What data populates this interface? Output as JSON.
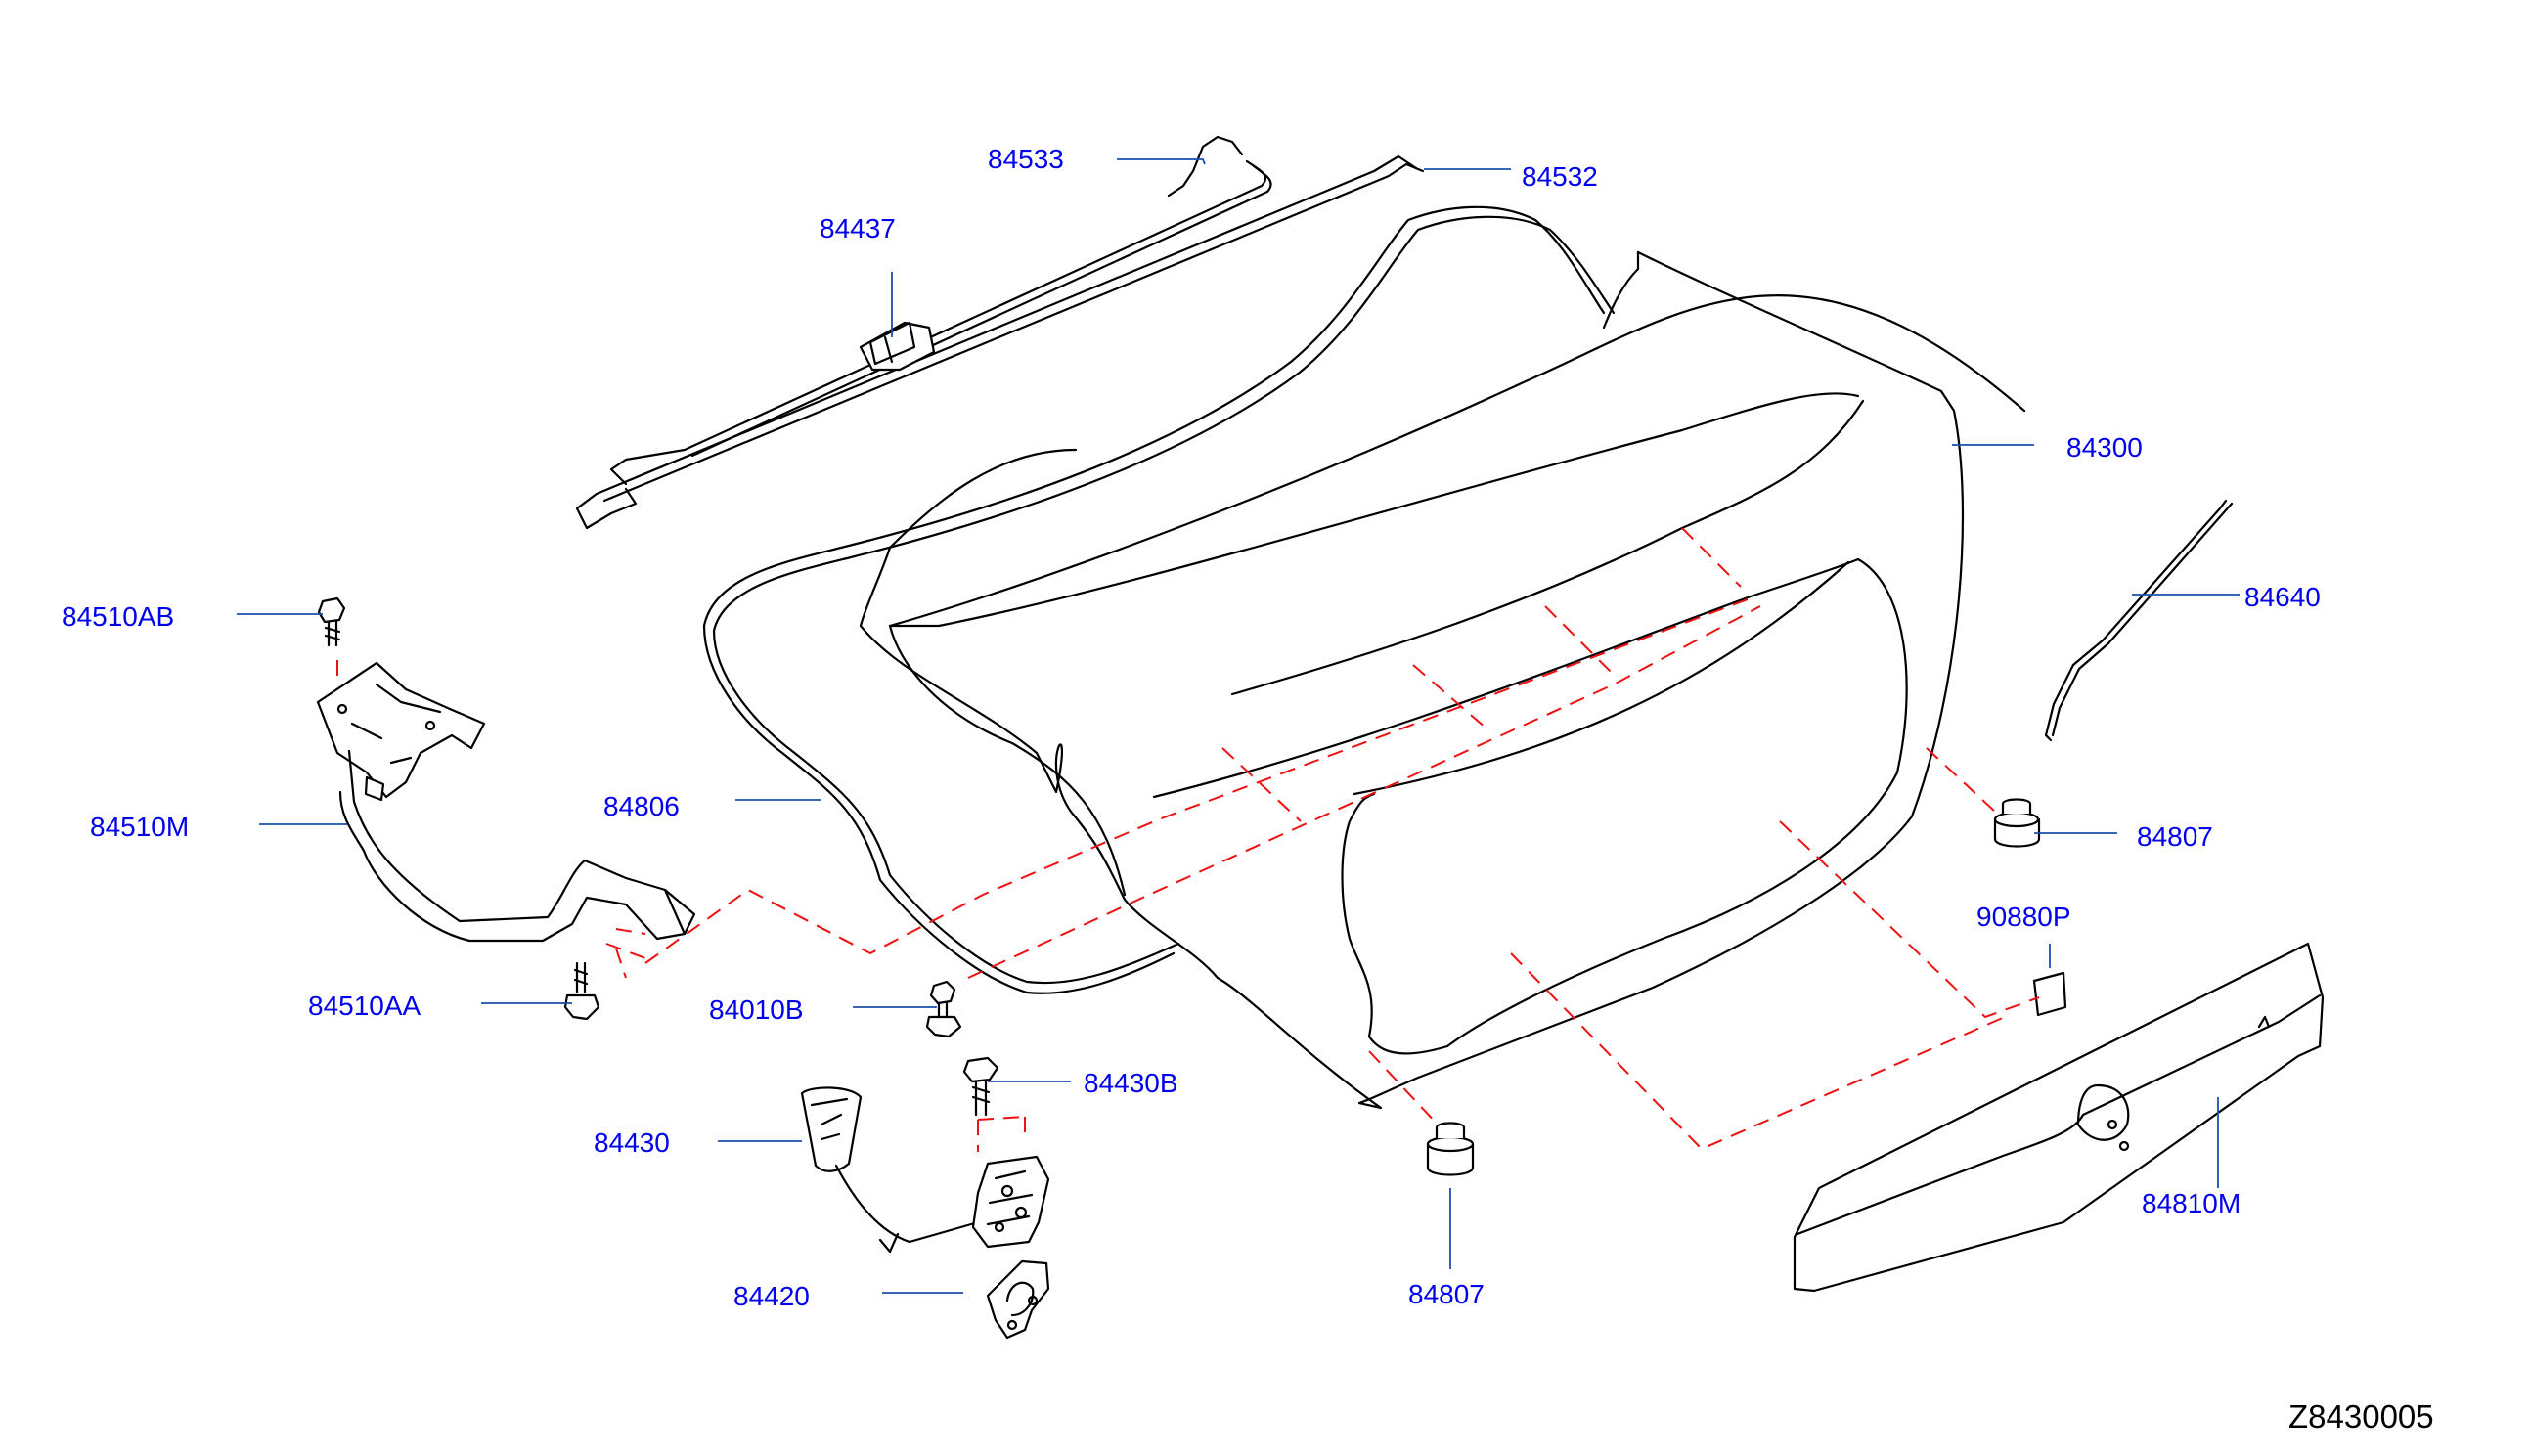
{
  "diagram": {
    "code": "Z8430005",
    "colors": {
      "label": "#0000ee",
      "leader": "#1a4fb0",
      "dash": "#ee1111",
      "outline": "#000000"
    },
    "labels": {
      "p84533": "84533",
      "p84532": "84532",
      "p84437": "84437",
      "p84300": "84300",
      "p84640": "84640",
      "p84510AB": "84510AB",
      "p84510M": "84510M",
      "p84806": "84806",
      "p84807_right": "84807",
      "p90880P": "90880P",
      "p84510AA": "84510AA",
      "p84010B": "84010B",
      "p84430B": "84430B",
      "p84430": "84430",
      "p84810M": "84810M",
      "p84420": "84420",
      "p84807_bottom": "84807"
    }
  }
}
